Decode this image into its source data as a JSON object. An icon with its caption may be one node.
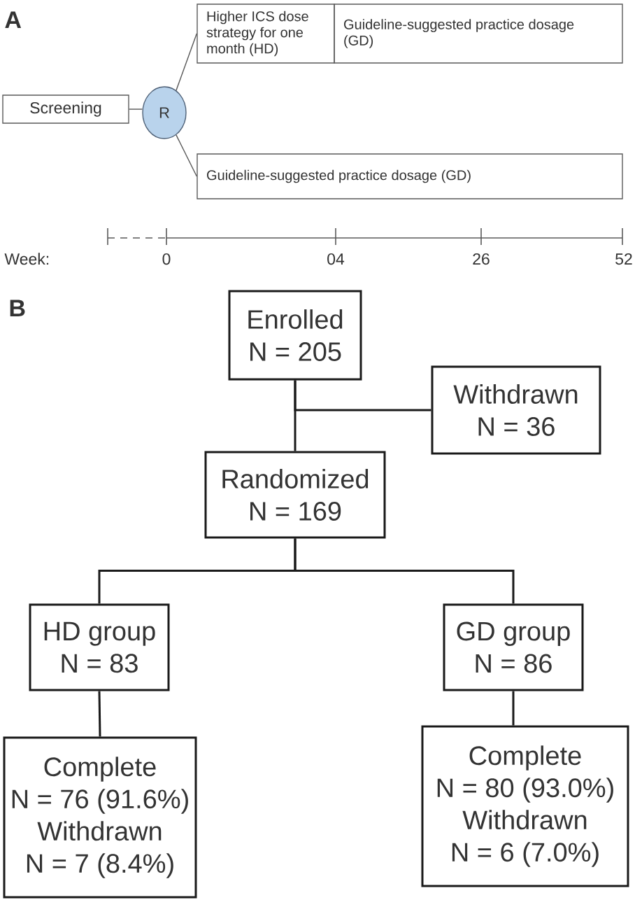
{
  "diagram": {
    "nodes": [
      {
        "text": [
          "Screening"
        ]
      },
      {
        "text": [
          "R"
        ]
      },
      {
        "text": [
          "Higher ICS dose strategy for one month (HD)"
        ]
      },
      {
        "text": [
          "Guideline-suggested practice dosage (GD)"
        ]
      },
      {
        "text": [
          "Guideline-suggested practice dosage (GD)"
        ]
      },
      {
        "text": [
          "Enrolled",
          "N = 205"
        ]
      },
      {
        "text": [
          "Withdrawn",
          "N = 36"
        ]
      },
      {
        "text": [
          "Randomized",
          "N = 169"
        ]
      },
      {
        "text": [
          "HD group",
          "N = 83"
        ]
      },
      {
        "text": [
          "GD group",
          "N = 86"
        ]
      },
      {
        "text": [
          "Complete",
          "N = 76 (91.6%)",
          "Withdrawn",
          "N = 7 (8.4%)"
        ]
      },
      {
        "text": [
          "Complete",
          "N = 80 (93.0%)",
          "Withdrawn",
          "N = 6 (7.0%)"
        ]
      }
    ],
    "edges": [
      {
        "from": 0,
        "to": 1,
        "arrow": "none",
        "color": "#555555"
      },
      {
        "from": 1,
        "to": 2,
        "arrow": "none",
        "color": "#555555"
      },
      {
        "from": 1,
        "to": 4,
        "arrow": "none",
        "color": "#555555"
      },
      {
        "from": 5,
        "to": 7,
        "arrow": "none"
      },
      {
        "from": 5,
        "to": 6,
        "arrow": "none"
      },
      {
        "from": 7,
        "to": 8,
        "arrow": "none"
      },
      {
        "from": 7,
        "to": 9,
        "arrow": "none"
      },
      {
        "from": 8,
        "to": 10,
        "arrow": "none"
      },
      {
        "from": 9,
        "to": 11,
        "arrow": "none"
      }
    ],
    "labels": [
      "A",
      "Week:",
      "0",
      "04",
      "26",
      "52",
      "B"
    ]
  }
}
